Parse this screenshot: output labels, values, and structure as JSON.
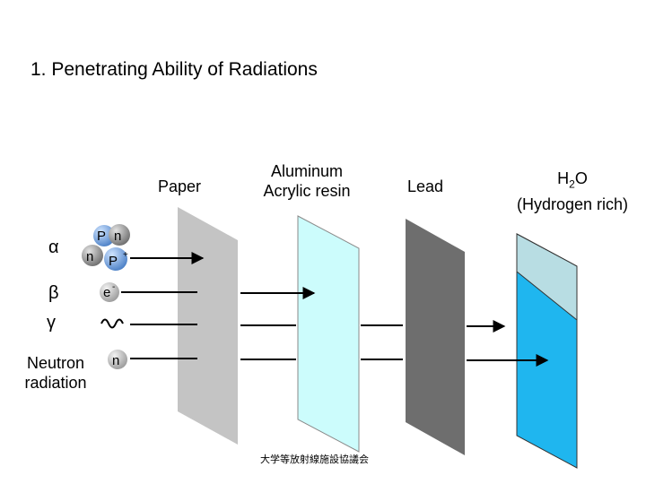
{
  "title": "1. Penetrating Ability of Radiations",
  "materials": {
    "paper": "Paper",
    "aluminum_line1": "Aluminum",
    "aluminum_line2": "Acrylic resin",
    "lead": "Lead",
    "water_line1_prefix": "H",
    "water_line1_sub": "2",
    "water_line1_suffix": "O",
    "water_line2": "(Hydrogen rich)"
  },
  "radiations": {
    "alpha": "α",
    "beta": "β",
    "gamma": "γ",
    "neutron_line1": "Neutron",
    "neutron_line2": "radiation"
  },
  "particles": {
    "alpha_p_top": "P",
    "alpha_n_top": "n",
    "alpha_n_bottom": "n",
    "alpha_p_bottom": "P",
    "alpha_p_bottom_charge": "+",
    "electron": "e",
    "electron_charge": "-",
    "neutron": "n"
  },
  "footer": "大学等放射線施設協議会",
  "colors": {
    "paper": "#c4c4c4",
    "aluminum": "#ccfcfc",
    "lead": "#6e6e6e",
    "water": "#1fb6ef",
    "water_top": "#b8dde3"
  }
}
